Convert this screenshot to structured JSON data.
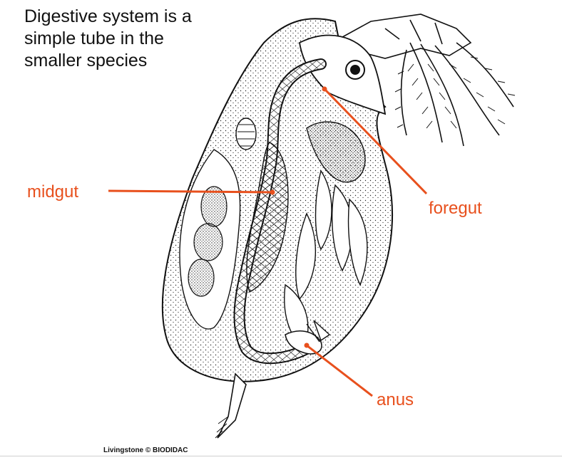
{
  "slide": {
    "title": "Digestive system is a\nsimple tube in the\nsmaller species",
    "credit": "Livingstone © BIODIDAC",
    "accent_color": "#e8501d"
  },
  "labels": {
    "midgut": "midgut",
    "foregut": "foregut",
    "anus": "anus"
  }
}
